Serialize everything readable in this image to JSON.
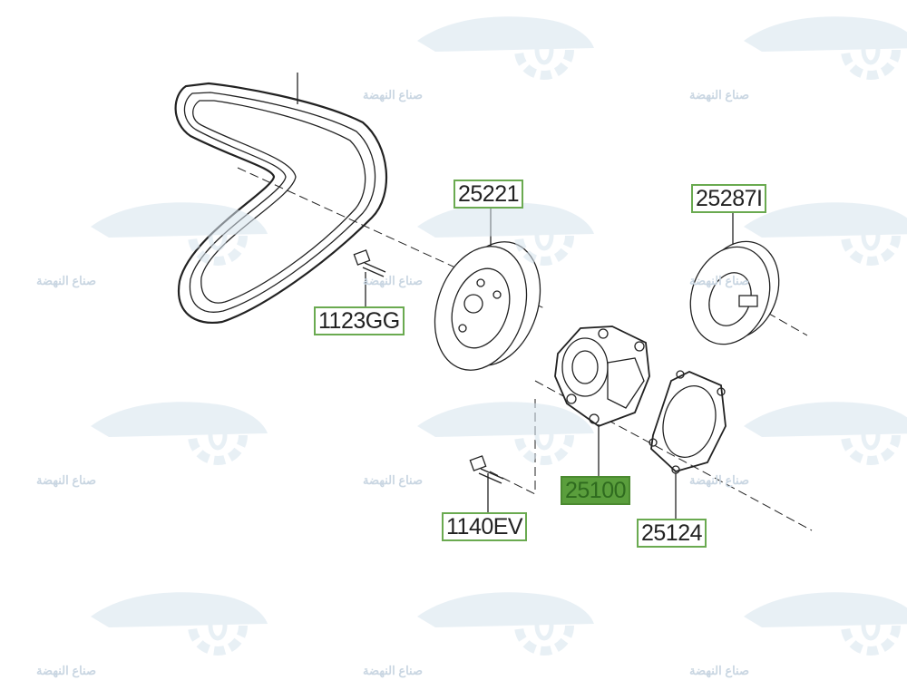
{
  "watermark": {
    "text": "صناع النهضة"
  },
  "labels": {
    "belt_pulley": "25221",
    "bolt_a": "1123GG",
    "idler": "25287I",
    "water_pump": "25100",
    "bolt_b": "1140EV",
    "gasket": "25124"
  },
  "highlight_color": "#5a9e3c",
  "selected_part": "25100"
}
